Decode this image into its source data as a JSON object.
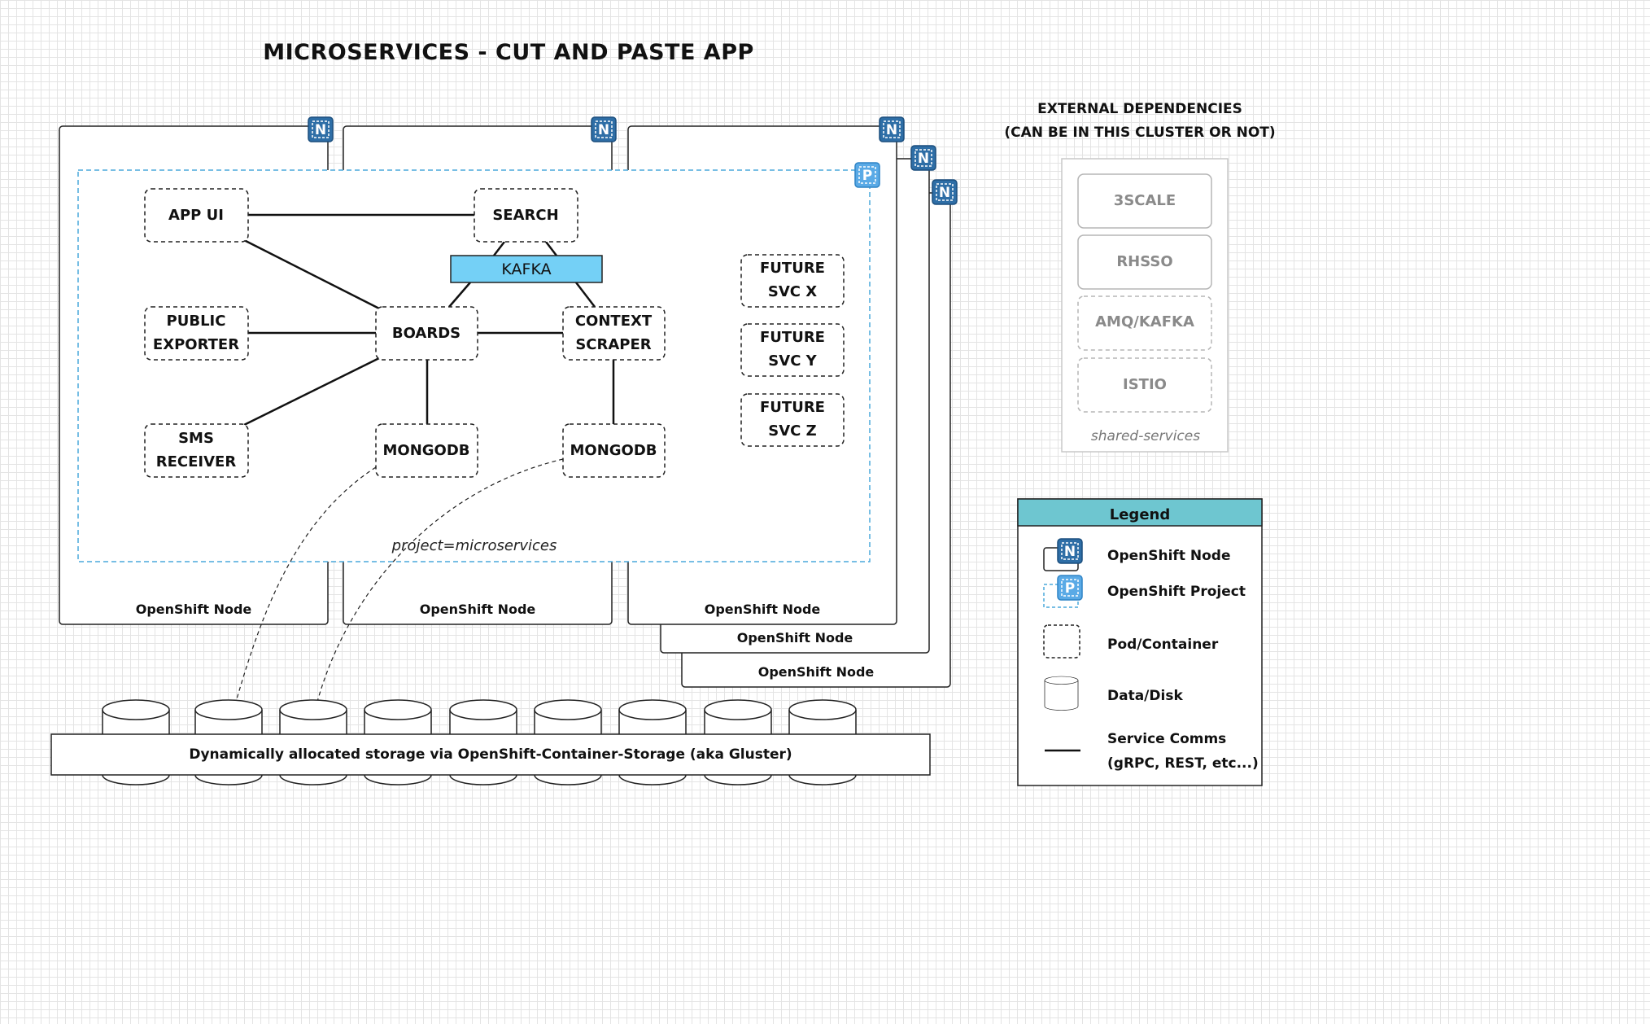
{
  "title": "MICROSERVICES - CUT AND PASTE APP",
  "project_label": "project=microservices",
  "node_label": "OpenShift Node",
  "badges": {
    "node": "N",
    "project": "P"
  },
  "services": {
    "app_ui": "APP UI",
    "search": "SEARCH",
    "kafka": "KAFKA",
    "boards": "BOARDS",
    "public_exporter": [
      "PUBLIC",
      "EXPORTER"
    ],
    "context_scraper": [
      "CONTEXT",
      "SCRAPER"
    ],
    "sms_receiver": [
      "SMS",
      "RECEIVER"
    ],
    "mongodb_boards": "MONGODB",
    "mongodb_scraper": "MONGODB",
    "future_x": [
      "FUTURE",
      "SVC X"
    ],
    "future_y": [
      "FUTURE",
      "SVC Y"
    ],
    "future_z": [
      "FUTURE",
      "SVC Z"
    ]
  },
  "external": {
    "heading": [
      "EXTERNAL DEPENDENCIES",
      "(CAN BE IN THIS CLUSTER OR NOT)"
    ],
    "services": [
      "3SCALE",
      "RHSSO",
      "AMQ/KAFKA",
      "ISTIO"
    ],
    "group_label": "shared-services"
  },
  "storage_label": "Dynamically allocated storage via OpenShift-Container-Storage (aka Gluster)",
  "legend": {
    "title": "Legend",
    "items": {
      "node": "OpenShift Node",
      "project": "OpenShift Project",
      "pod": "Pod/Container",
      "disk": "Data/Disk",
      "comms": [
        "Service Comms",
        "(gRPC, REST, etc...)"
      ]
    }
  },
  "colors": {
    "node_badge": "#2e6ea6",
    "project_badge": "#5aaae6",
    "project_border": "#4aa8dc",
    "kafka_fill": "#74d0f6",
    "legend_header": "#6ec6d0"
  }
}
